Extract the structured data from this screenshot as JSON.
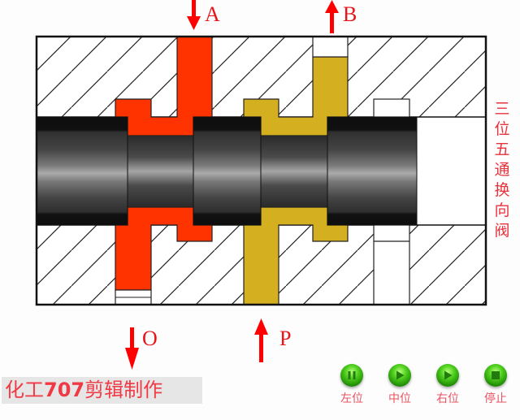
{
  "diagram": {
    "ports": {
      "A": {
        "label": "A",
        "direction": "down"
      },
      "B": {
        "label": "B",
        "direction": "up"
      },
      "O": {
        "label": "O",
        "direction": "down"
      },
      "P": {
        "label": "P",
        "direction": "up"
      }
    },
    "title_vertical": "三位五通换向阀",
    "colors": {
      "port_a_fluid": "#ff3300",
      "port_b_fluid": "#d4b021",
      "arrow": "#ff0000",
      "spool_dark": "#111111",
      "spool_light": "#a8a8a8",
      "hatch": "#222222"
    }
  },
  "credit": {
    "prefix": "化工",
    "number": "707",
    "suffix": "剪辑制作"
  },
  "controls": [
    {
      "label": "左位",
      "icon": "pause"
    },
    {
      "label": "中位",
      "icon": "play"
    },
    {
      "label": "右位",
      "icon": "play"
    },
    {
      "label": "停止",
      "icon": "stop"
    }
  ]
}
